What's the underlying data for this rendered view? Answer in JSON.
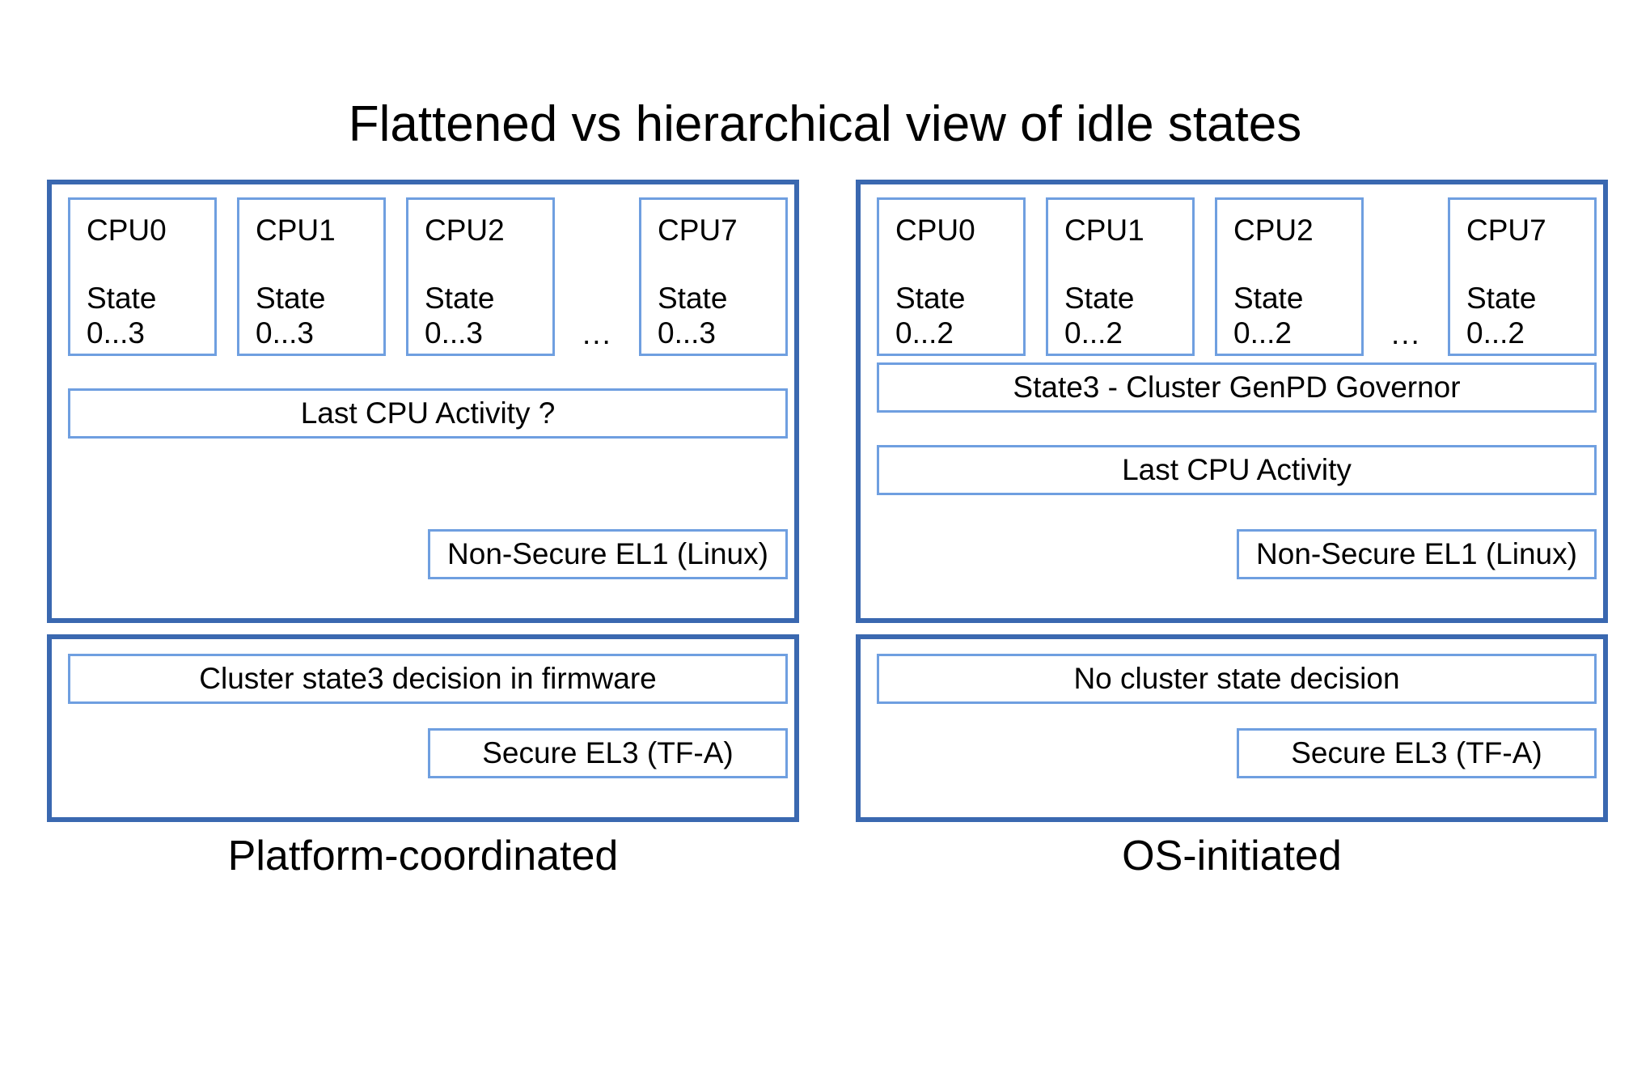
{
  "title": "Flattened vs hierarchical view of idle states",
  "columns": [
    {
      "caption": "Platform-coordinated",
      "cpus": [
        {
          "name": "CPU0",
          "state_label": "State",
          "state_range": "0...3"
        },
        {
          "name": "CPU1",
          "state_label": "State",
          "state_range": "0...3"
        },
        {
          "name": "CPU2",
          "state_label": "State",
          "state_range": "0...3"
        },
        {
          "name": "CPU7",
          "state_label": "State",
          "state_range": "0...3"
        }
      ],
      "ellipsis": "...",
      "os_bars": [
        "Last CPU Activity ?"
      ],
      "os_exception_level": "Non-Secure EL1 (Linux)",
      "firmware_bar": "Cluster state3 decision in firmware",
      "firmware_exception_level": "Secure EL3 (TF-A)"
    },
    {
      "caption": "OS-initiated",
      "cpus": [
        {
          "name": "CPU0",
          "state_label": "State",
          "state_range": "0...2"
        },
        {
          "name": "CPU1",
          "state_label": "State",
          "state_range": "0...2"
        },
        {
          "name": "CPU2",
          "state_label": "State",
          "state_range": "0...2"
        },
        {
          "name": "CPU7",
          "state_label": "State",
          "state_range": "0...2"
        }
      ],
      "ellipsis": "...",
      "os_bars": [
        "State3 - Cluster GenPD Governor",
        "Last CPU Activity"
      ],
      "os_exception_level": "Non-Secure EL1 (Linux)",
      "firmware_bar": "No cluster state decision",
      "firmware_exception_level": "Secure EL3 (TF-A)"
    }
  ],
  "colors": {
    "panel_border": "#3a68b0",
    "box_border": "#6f9fe0",
    "background": "#ffffff",
    "text": "#000000"
  }
}
